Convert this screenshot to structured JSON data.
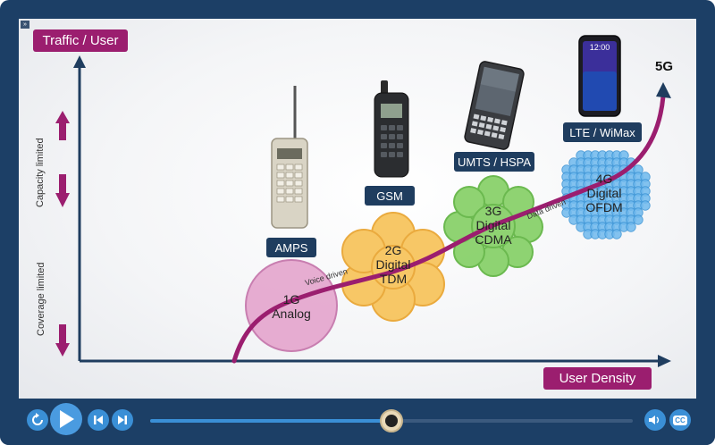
{
  "axes": {
    "y_label": "Traffic / User",
    "x_label": "User Density",
    "capacity_limited": "Capacity limited",
    "coverage_limited": "Coverage limited"
  },
  "curve": {
    "voice_driven": "Voice driven",
    "data_driven": "Data driven",
    "end_label": "5G"
  },
  "generations": [
    {
      "line1": "1G",
      "line2": "Analog",
      "line3": ""
    },
    {
      "line1": "2G",
      "line2": "Digital",
      "line3": "TDM"
    },
    {
      "line1": "3G",
      "line2": "Digital",
      "line3": "CDMA"
    },
    {
      "line1": "4G",
      "line2": "Digital",
      "line3": "OFDM"
    }
  ],
  "device_labels": [
    "AMPS",
    "GSM",
    "UMTS / HSPA",
    "LTE / WiMax"
  ],
  "phone_time": "12:00",
  "player": {
    "expand_glyph": "»",
    "cc_label": "CC",
    "progress": 0.5
  },
  "colors": {
    "accent": "#9b1e6f",
    "navy": "#1f3d5f",
    "frame": "#1c3f66",
    "g1": "#e6a9cf",
    "g2": "#f7c35a",
    "g3": "#86d067",
    "g4": "#6fb9ee"
  }
}
